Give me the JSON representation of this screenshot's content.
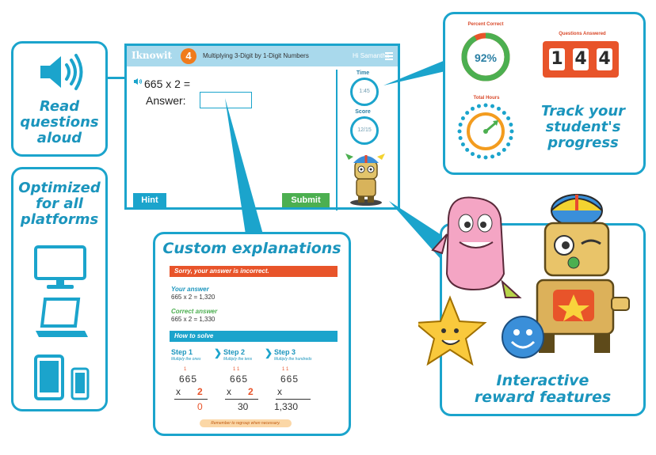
{
  "read_aloud": {
    "title": "Read questions aloud",
    "line1": "Read",
    "line2": "questions",
    "line3": "aloud"
  },
  "platforms": {
    "line1": "Optimized",
    "line2": "for all",
    "line3": "platforms"
  },
  "quiz": {
    "logo": "Iknowit",
    "grade": "4",
    "lesson": "Multiplying 3-Digit by 1-Digit Numbers",
    "greeting": "Hi Samantha",
    "question": "665 x 2 =",
    "answer_label": "Answer:",
    "answer_value": "",
    "time_label": "Time",
    "time_value": "1:45",
    "score_label": "Score",
    "score_value": "12/15",
    "hint_label": "Hint",
    "submit_label": "Submit"
  },
  "progress": {
    "percent_label": "Percent Correct",
    "percent_value": "92%",
    "percent_fraction": 0.92,
    "questions_label": "Questions Answered",
    "questions_digits": [
      "1",
      "4",
      "4"
    ],
    "hours_label": "Total Hours",
    "title_line1": "Track your",
    "title_line2": "student's",
    "title_line3": "progress"
  },
  "explanations": {
    "title": "Custom explanations",
    "incorrect_banner": "Sorry, your answer is incorrect.",
    "your_answer_label": "Your answer",
    "your_answer": "665 x 2 = 1,320",
    "correct_answer_label": "Correct answer",
    "correct_answer": "665 x 2 = 1,330",
    "how_to_solve": "How to solve",
    "steps": [
      {
        "title": "Step 1",
        "sub": "Multiply the ones"
      },
      {
        "title": "Step 2",
        "sub": "Multiply the tens"
      },
      {
        "title": "Step 3",
        "sub": "Multiply the hundreds"
      }
    ],
    "work1": {
      "top": "665",
      "mult": "x",
      "bottom": "2",
      "result": "0",
      "carry": "1"
    },
    "work2": {
      "top": "665",
      "mult": "x",
      "bottom": "2",
      "result": "30",
      "carry": "1 1"
    },
    "work3": {
      "top": "665",
      "mult": "x",
      "bottom": "",
      "result": "1,330",
      "carry": "1 1"
    },
    "regroup_note": "Remember to regroup when necessary."
  },
  "rewards": {
    "line1": "Interactive",
    "line2": "reward features"
  },
  "colors": {
    "blue": "#1ba4cc",
    "orange": "#f07b1c",
    "green": "#4caf50",
    "red": "#e8542a"
  }
}
